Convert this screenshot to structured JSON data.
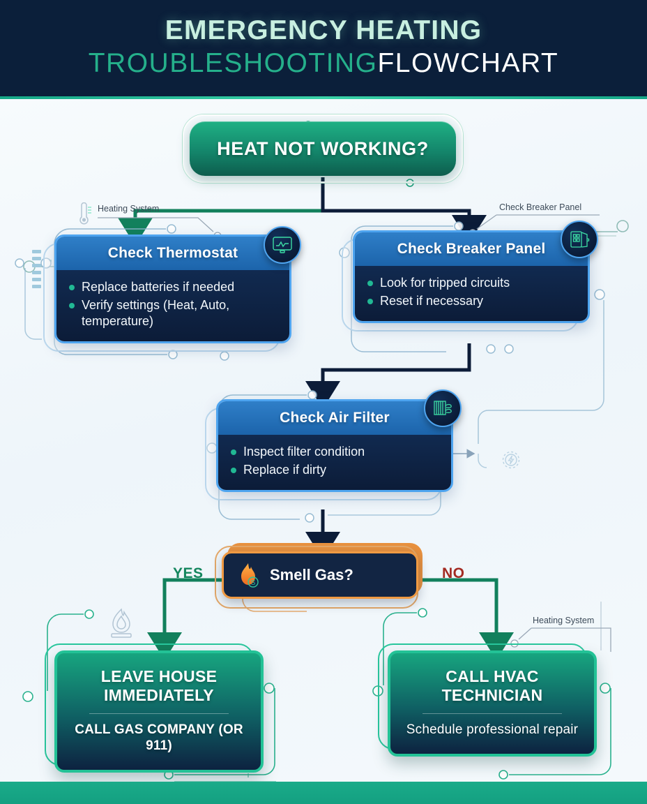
{
  "header": {
    "title_line1": "EMERGENCY HEATING",
    "title_line2_green": "TROUBLESHOOTING",
    "title_line2_white": "FLOWCHART"
  },
  "colors": {
    "header_bg": "#0b1f3a",
    "accent_green": "#23c296",
    "accent_blue": "#4ea4ef",
    "accent_orange": "#ef9a43",
    "yes_green": "#14865e",
    "no_red": "#a32b22",
    "card_dark": "#112a50"
  },
  "flow": {
    "start": {
      "label": "HEAT NOT WORKING?",
      "icon": "none"
    },
    "steps": [
      {
        "title": "Check Thermostat",
        "icon": "thermostat-display-icon",
        "bullets": [
          "Replace batteries if needed",
          "Verify settings (Heat, Auto, temperature)"
        ]
      },
      {
        "title": "Check Breaker Panel",
        "icon": "breaker-panel-icon",
        "bullets": [
          "Look for tripped circuits",
          "Reset if necessary"
        ]
      },
      {
        "title": "Check Air Filter",
        "icon": "air-filter-icon",
        "bullets": [
          "Inspect filter condition",
          "Replace if dirty"
        ]
      }
    ],
    "decision": {
      "label": "Smell Gas?",
      "icon": "flame-gas-icon",
      "yes_label": "YES",
      "no_label": "NO"
    },
    "outcomes": [
      {
        "main": "LEAVE HOUSE IMMEDIATELY",
        "sub": "CALL GAS COMPANY (OR 911)",
        "branch": "YES"
      },
      {
        "main": "CALL HVAC TECHNICIAN",
        "sub": "Schedule professional repair",
        "branch": "NO"
      }
    ]
  },
  "annotations": [
    {
      "text": "Heating System",
      "icon": "thermometer-icon"
    },
    {
      "text": "Check Breaker Panel",
      "icon": "none"
    },
    {
      "text": "Heating System",
      "icon": "none"
    }
  ],
  "decorations": {
    "gear_icon": "gear-bolt-icon",
    "flame_icon": "burner-flame-icon",
    "thermometer_icon": "thermometer-icon"
  }
}
